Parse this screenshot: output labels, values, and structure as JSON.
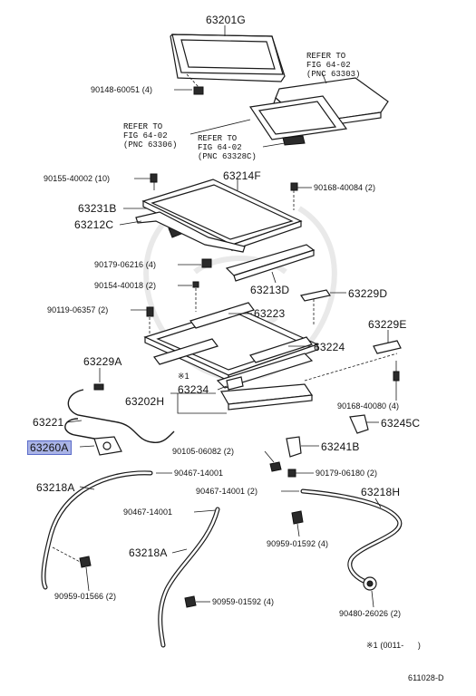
{
  "labels": {
    "p63201G": "63201G",
    "refer1": "REFER TO\nFIG 64-02\n(PNC 63303)",
    "p90148": "90148-60051 (4)",
    "refer2": "REFER TO\nFIG 64-02\n(PNC 63306)",
    "refer3": "REFER TO\nFIG 64-02\n(PNC 63328C)",
    "p90155": "90155-40002 (10)",
    "p63214F": "63214F",
    "p90168a": "90168-40084 (2)",
    "p63231B": "63231B",
    "p63212C": "63212C",
    "p90179a": "90179-06216 (4)",
    "p90154": "90154-40018 (2)",
    "p63213D": "63213D",
    "p63229D": "63229D",
    "p90119": "90119-06357 (2)",
    "p63223": "63223",
    "p63229E": "63229E",
    "p63224": "63224",
    "p63229A": "63229A",
    "mark1": "※1",
    "p63234": "63234",
    "p63202H": "63202H",
    "p90168b": "90168-40080 (4)",
    "p63245C": "63245C",
    "p63221": "63221",
    "p63260A": "63260A",
    "p90105": "90105-06082 (2)",
    "p63241B": "63241B",
    "p63218A1": "63218A",
    "p90467a": "90467-14001",
    "p90179b": "90179-06180 (2)",
    "p90467b": "90467-14001 (2)",
    "p63218H": "63218H",
    "p90467c": "90467-14001",
    "p90959a": "90959-01592 (4)",
    "p63218A2": "63218A",
    "p90959b": "90959-01566 (2)",
    "p90959c": "90959-01592 (4)",
    "p90480": "90480-26026 (2)",
    "footnote": "※1 (0011-      )",
    "fig_code": "611028-D"
  },
  "highlight_color": "#a9b3e6"
}
